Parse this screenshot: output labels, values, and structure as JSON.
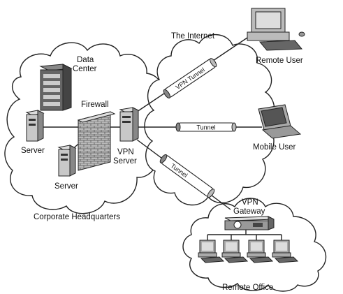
{
  "labels": {
    "data_center": [
      "Data",
      "Center"
    ],
    "firewall": "Firewall",
    "server_left": "Server",
    "server_bottom": "Server",
    "vpn_server": [
      "VPN",
      "Server"
    ],
    "corporate_headquarters": "Corporate Headquarters",
    "internet": "The Internet",
    "remote_user": "Remote User",
    "mobile_user": "Mobile User",
    "vpn_gateway": [
      "VPN",
      "Gateway"
    ],
    "remote_office": "Remote Office"
  },
  "tunnels": {
    "vpn_tunnel": "VPN Tunnel",
    "tunnel_middle": "Tunnel",
    "tunnel_lower": "Tunnel"
  },
  "icons": [
    "server-rack-icon",
    "firewall-icon",
    "server-icon",
    "desktop-computer-icon",
    "laptop-icon",
    "vpn-gateway-icon",
    "workstation-icon"
  ]
}
